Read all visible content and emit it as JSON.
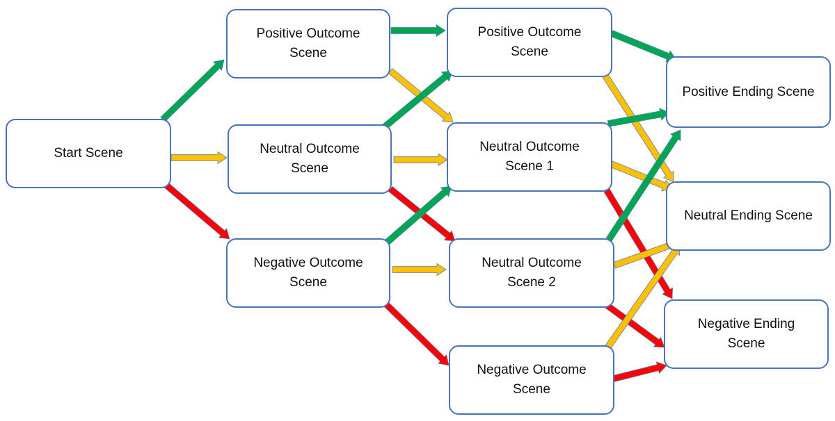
{
  "colors": {
    "positive": "#00a651",
    "neutral": "#ffc000",
    "negative": "#ff0000",
    "node_border": "#4a73b8"
  },
  "nodes": {
    "start": "Start Scene",
    "pos1": "Positive Outcome\nScene",
    "neu1": "Neutral Outcome\nScene",
    "neg1": "Negative Outcome\nScene",
    "pos2": "Positive Outcome\nScene",
    "neu2a": "Neutral Outcome\nScene 1",
    "neu2b": "Neutral Outcome\nScene 2",
    "neg2": "Negative Outcome\nScene",
    "end_pos": "Positive Ending Scene",
    "end_neu": "Neutral Ending Scene",
    "end_neg": "Negative Ending\nScene"
  },
  "edges": [
    {
      "from": "start",
      "to": "pos1",
      "type": "positive"
    },
    {
      "from": "start",
      "to": "neu1",
      "type": "neutral"
    },
    {
      "from": "start",
      "to": "neg1",
      "type": "negative"
    },
    {
      "from": "pos1",
      "to": "pos2",
      "type": "positive"
    },
    {
      "from": "pos1",
      "to": "neu2a",
      "type": "neutral"
    },
    {
      "from": "neu1",
      "to": "pos2",
      "type": "positive"
    },
    {
      "from": "neu1",
      "to": "neu2a",
      "type": "neutral"
    },
    {
      "from": "neu1",
      "to": "neu2b",
      "type": "negative"
    },
    {
      "from": "neg1",
      "to": "neu2a",
      "type": "positive"
    },
    {
      "from": "neg1",
      "to": "neu2b",
      "type": "neutral"
    },
    {
      "from": "neg1",
      "to": "neg2",
      "type": "negative"
    },
    {
      "from": "pos2",
      "to": "end_pos",
      "type": "positive"
    },
    {
      "from": "pos2",
      "to": "end_neu",
      "type": "neutral"
    },
    {
      "from": "neu2a",
      "to": "end_pos",
      "type": "positive"
    },
    {
      "from": "neu2a",
      "to": "end_neu",
      "type": "neutral"
    },
    {
      "from": "neu2a",
      "to": "end_neg",
      "type": "negative"
    },
    {
      "from": "neu2b",
      "to": "end_pos",
      "type": "positive"
    },
    {
      "from": "neu2b",
      "to": "end_neu",
      "type": "neutral"
    },
    {
      "from": "neu2b",
      "to": "end_neg",
      "type": "negative"
    },
    {
      "from": "neg2",
      "to": "end_neu",
      "type": "neutral"
    },
    {
      "from": "neg2",
      "to": "end_neg",
      "type": "negative"
    }
  ]
}
